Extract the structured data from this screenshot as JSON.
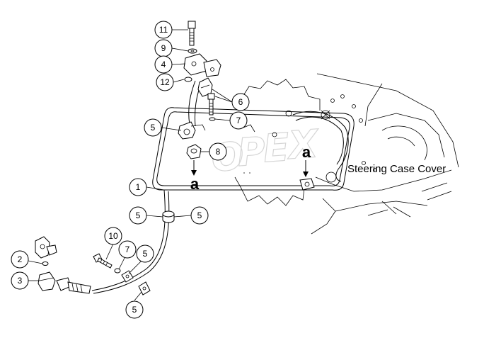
{
  "callouts": [
    {
      "id": "c11",
      "label": "11"
    },
    {
      "id": "c9",
      "label": "9"
    },
    {
      "id": "c4",
      "label": "4"
    },
    {
      "id": "c12",
      "label": "12"
    },
    {
      "id": "c6",
      "label": "6"
    },
    {
      "id": "c7a",
      "label": "7"
    },
    {
      "id": "c5a",
      "label": "5"
    },
    {
      "id": "c8",
      "label": "8"
    },
    {
      "id": "c1",
      "label": "1"
    },
    {
      "id": "c5b",
      "label": "5"
    },
    {
      "id": "c5c",
      "label": "5"
    },
    {
      "id": "c10",
      "label": "10"
    },
    {
      "id": "c7b",
      "label": "7"
    },
    {
      "id": "c5d",
      "label": "5"
    },
    {
      "id": "c2",
      "label": "2"
    },
    {
      "id": "c3",
      "label": "3"
    },
    {
      "id": "c5e",
      "label": "5"
    }
  ],
  "view_marks": {
    "left": "a",
    "right": "a"
  },
  "caption": "Steering Case Cover",
  "watermark": "OPEX"
}
